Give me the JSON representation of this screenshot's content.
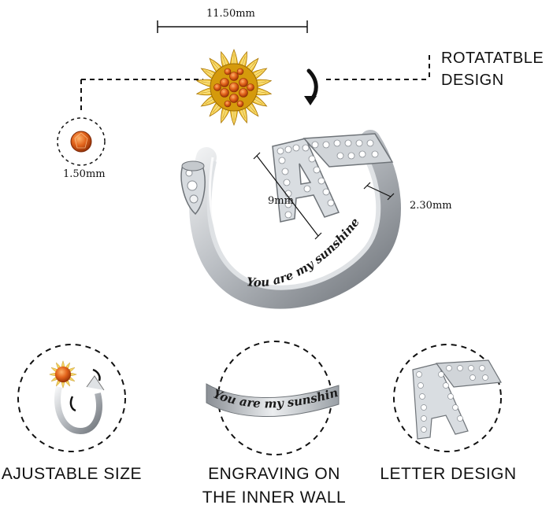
{
  "dimensions": {
    "flower_width": "11.50mm",
    "stone_size": "1.50mm",
    "letter_height": "9mm",
    "band_width": "2.30mm"
  },
  "rotatable_label": "ROTATATBLE\nDESIGN",
  "engraving_text": "You are my sunshine",
  "features": [
    {
      "caption": "AJUSTABLE SIZE"
    },
    {
      "caption": "ENGRAVING ON\nTHE INNER WALL"
    },
    {
      "caption": "LETTER DESIGN"
    }
  ],
  "colors": {
    "gold": "#e8b017",
    "gold_dark": "#b9830a",
    "orange_stone": "#e1621a",
    "silver": "#c9cdd2",
    "silver_dark": "#7d8288"
  },
  "icons": [
    "rotate-arrow-icon",
    "sunflower-icon",
    "letter-a-icon",
    "orange-gem-icon"
  ]
}
